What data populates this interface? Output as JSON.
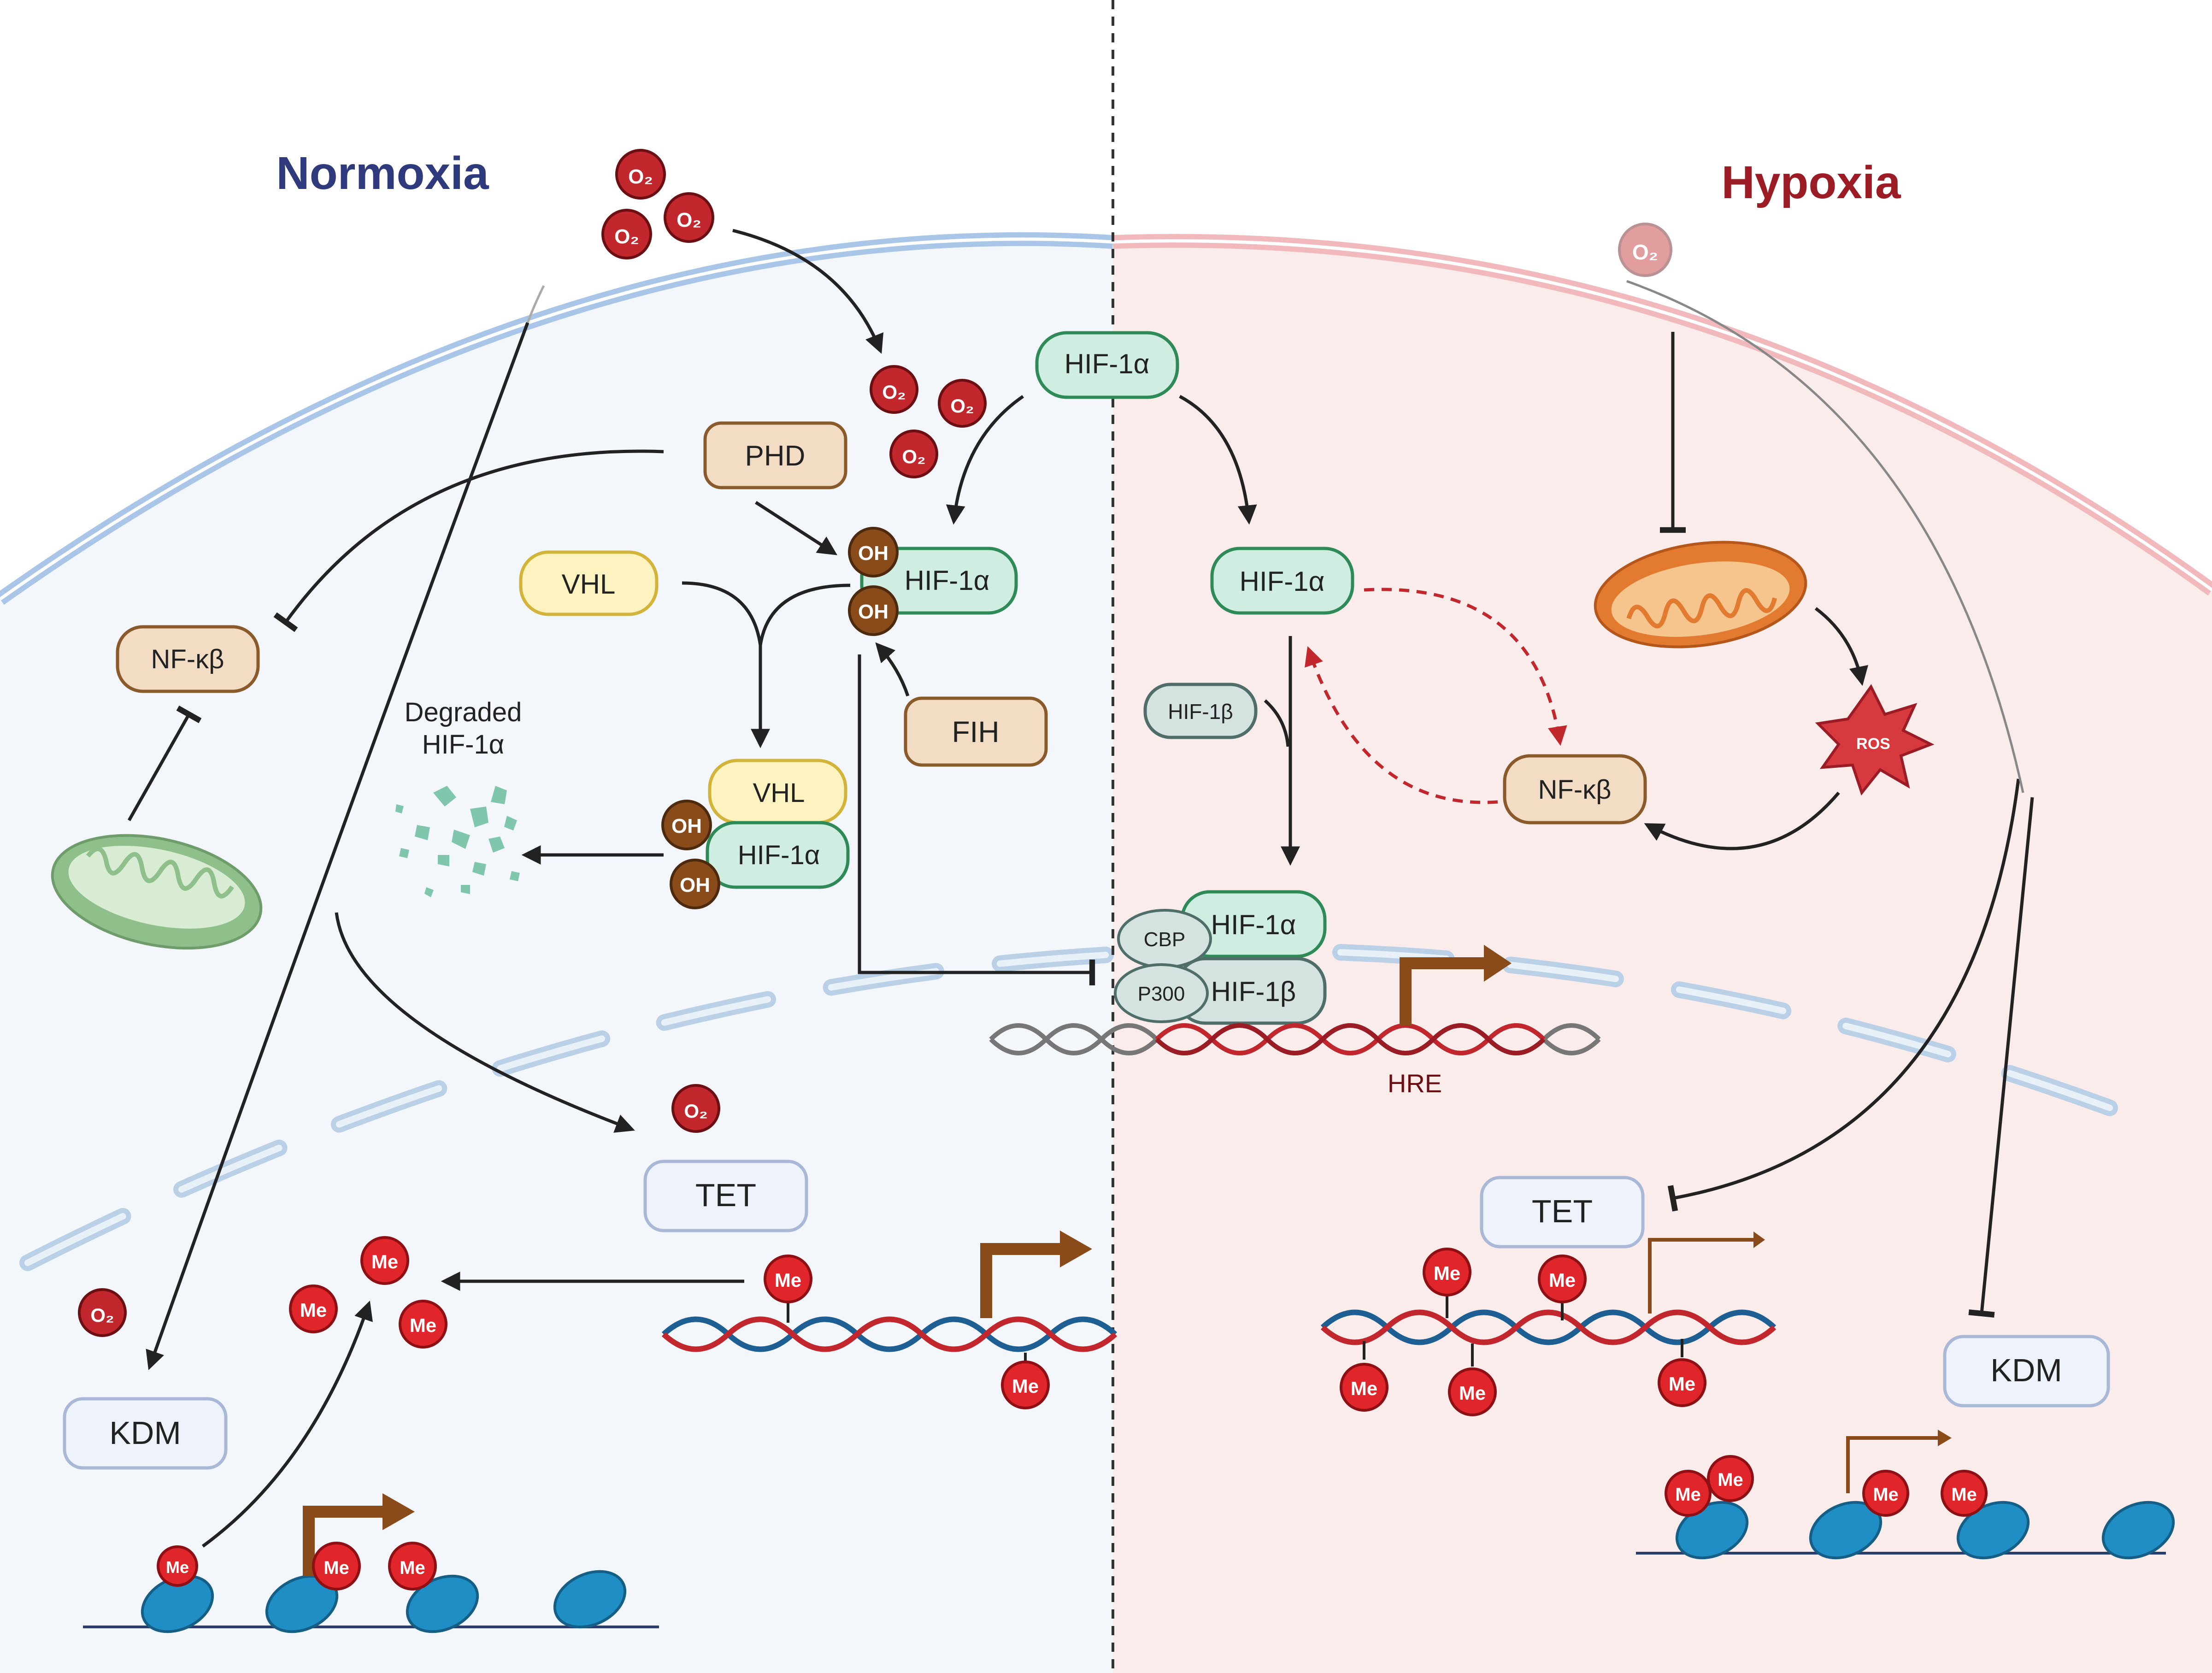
{
  "headings": {
    "left": "Normoxia",
    "right": "Hypoxia"
  },
  "colors": {
    "normoxia_title": "#2e3a7c",
    "hypoxia_title": "#9b1c24",
    "left_background": "#f3f7fc",
    "right_background": "#f9ecea",
    "membrane_left": "#a9c6e8",
    "membrane_right": "#f2b9bc",
    "hif_fill": "#cfeee1",
    "hif_stroke": "#2e8b57",
    "enzyme_fill": "#f2dcc4",
    "enzyme_stroke": "#8b5a2b",
    "vhl_fill": "#fdf3c0",
    "vhl_stroke": "#d3b43a",
    "oxygen": "#c1272d",
    "hydroxyl": "#8a4b1b",
    "dna_blue": "#1d5f93",
    "dna_red": "#c1272d",
    "nucleosome": "#1f8ec4",
    "inhibition_dashed": "#c1272d"
  },
  "labels": {
    "o2": "O₂",
    "hydroxyl": "OH",
    "methyl": "Me",
    "ros": "ROS",
    "hre": "HRE",
    "degraded_line1": "Degraded",
    "degraded_line2": "HIF-1α"
  },
  "left": {
    "phd": "PHD",
    "vhl_top": "VHL",
    "vhl_complex": "VHL",
    "hif_hydroxylated": "HIF-1α",
    "hif_vhl_complex": "HIF-1α",
    "fih": "FIH",
    "nfkb": "NF-κβ",
    "tet": "TET",
    "kdm": "KDM"
  },
  "center": {
    "hif_top": "HIF-1α",
    "cbp": "CBP",
    "p300": "P300",
    "hif1a_nuclear": "HIF-1α",
    "hif1b_nuclear": "HIF-1β"
  },
  "right": {
    "hif1a": "HIF-1α",
    "hif1b": "HIF-1β",
    "nfkb": "NF-κβ",
    "tet": "TET",
    "kdm": "KDM"
  }
}
